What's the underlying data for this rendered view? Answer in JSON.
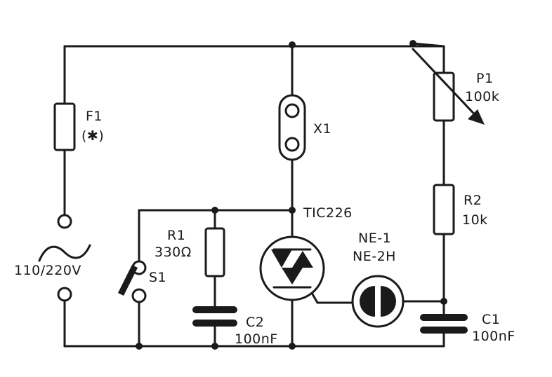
{
  "components": {
    "fuse": {
      "ref": "F1",
      "value": "(✱)"
    },
    "socket": {
      "ref": "X1"
    },
    "pot": {
      "ref": "P1",
      "value": "100k"
    },
    "r2": {
      "ref": "R2",
      "value": "10k"
    },
    "r1": {
      "ref": "R1",
      "value": "330Ω"
    },
    "triac": {
      "ref": "TIC226"
    },
    "neon": {
      "ref": "NE-1",
      "value": "NE-2H"
    },
    "c1": {
      "ref": "C1",
      "value": "100nF"
    },
    "c2": {
      "ref": "C2",
      "value": "100nF"
    },
    "switch": {
      "ref": "S1"
    },
    "mains": {
      "value": "110/220V"
    }
  },
  "colors": {
    "ink": "#1a1a1a",
    "paper": "#ffffff"
  }
}
